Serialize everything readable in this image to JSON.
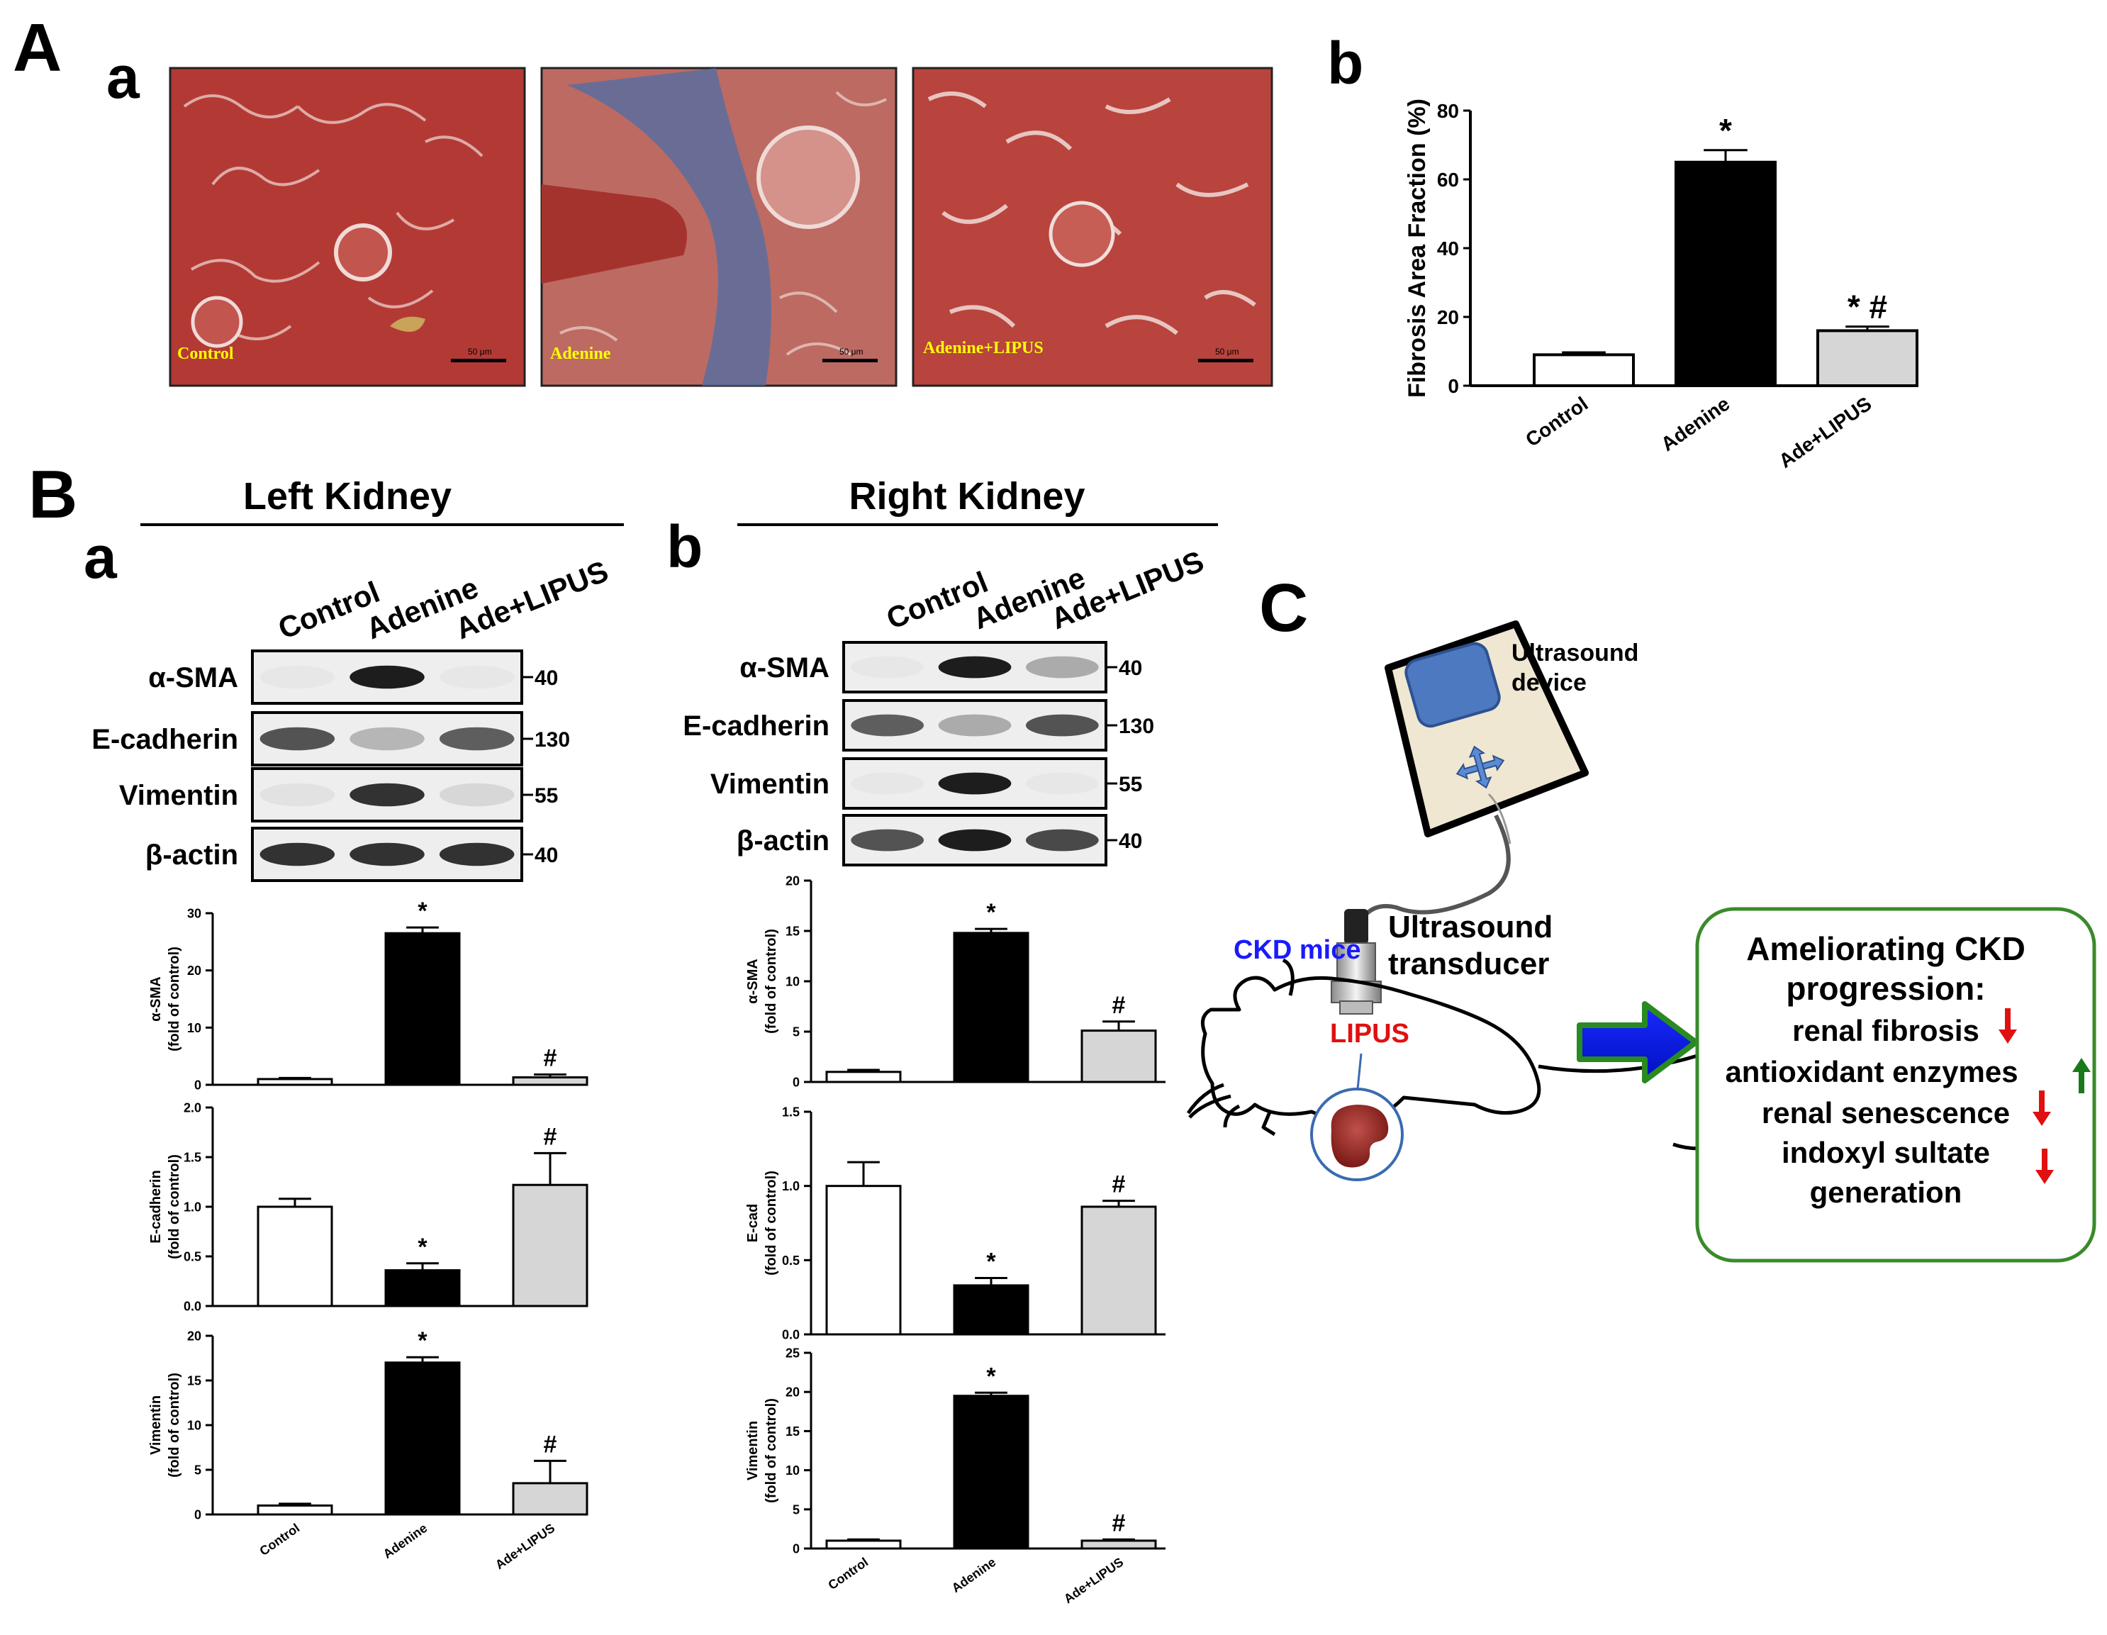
{
  "panel_letters": {
    "A": "A",
    "Aa": "a",
    "Ab": "b",
    "B": "B",
    "Ba": "a",
    "Bb": "b",
    "C": "C"
  },
  "micrographs": [
    {
      "label": "Control",
      "scale": "50 μm"
    },
    {
      "label": "Adenine",
      "scale": "50 μm"
    },
    {
      "label": "Adenine+LIPUS",
      "scale": "50 μm"
    }
  ],
  "blots": {
    "left": {
      "title": "Left Kidney",
      "lanes": [
        "Control",
        "Adenine",
        "Ade+LIPUS"
      ],
      "rows": [
        {
          "name": "α-SMA",
          "mw": "40",
          "bands": [
            0.02,
            0.95,
            0.03
          ]
        },
        {
          "name": "E-cadherin",
          "mw": "130",
          "bands": [
            0.7,
            0.25,
            0.65
          ]
        },
        {
          "name": "Vimentin",
          "mw": "55",
          "bands": [
            0.05,
            0.85,
            0.1
          ]
        },
        {
          "name": "β-actin",
          "mw": "40",
          "bands": [
            0.85,
            0.85,
            0.85
          ]
        }
      ]
    },
    "right": {
      "title": "Right Kidney",
      "lanes": [
        "Control",
        "Adenine",
        "Ade+LIPUS"
      ],
      "rows": [
        {
          "name": "α-SMA",
          "mw": "40",
          "bands": [
            0.02,
            0.95,
            0.3
          ]
        },
        {
          "name": "E-cadherin",
          "mw": "130",
          "bands": [
            0.65,
            0.3,
            0.7
          ]
        },
        {
          "name": "Vimentin",
          "mw": "55",
          "bands": [
            0.02,
            0.95,
            0.02
          ]
        },
        {
          "name": "β-actin",
          "mw": "40",
          "bands": [
            0.7,
            0.95,
            0.75
          ]
        }
      ]
    }
  },
  "chart_data": [
    {
      "id": "Ab",
      "type": "bar",
      "categories": [
        "Control",
        "Adenine",
        "Ade+LIPUS"
      ],
      "values": [
        9,
        65,
        16
      ],
      "errors": [
        0.7,
        3.5,
        1.2
      ],
      "ylabel": "Fibrosis Area Fraction (%)",
      "ylim": [
        0,
        80
      ],
      "yticks": [
        "0",
        "20",
        "40",
        "60",
        "80"
      ],
      "marks": [
        "",
        "*",
        "* #"
      ]
    },
    {
      "id": "Ba1",
      "type": "bar",
      "categories": [
        "Control",
        "Adenine",
        "Ade+LIPUS"
      ],
      "values": [
        1,
        26.5,
        1.3
      ],
      "errors": [
        0.2,
        1.0,
        0.5
      ],
      "ylabel": "α-SMA",
      "ylabel2": "(fold of control)",
      "ylim": [
        0,
        30
      ],
      "yticks": [
        "0",
        "10",
        "20",
        "30"
      ],
      "marks": [
        "",
        "*",
        "#"
      ]
    },
    {
      "id": "Ba2",
      "type": "bar",
      "categories": [
        "Control",
        "Adenine",
        "Ade+LIPUS"
      ],
      "values": [
        1.0,
        0.36,
        1.22
      ],
      "errors": [
        0.08,
        0.07,
        0.32
      ],
      "ylabel": "E-cadherin",
      "ylabel2": "(fold of control)",
      "ylim": [
        0,
        2
      ],
      "yticks": [
        "0.0",
        "0.5",
        "1.0",
        "1.5",
        "2.0"
      ],
      "marks": [
        "",
        "*",
        "#"
      ]
    },
    {
      "id": "Ba3",
      "type": "bar",
      "categories": [
        "Control",
        "Adenine",
        "Ade+LIPUS"
      ],
      "values": [
        1,
        17,
        3.5
      ],
      "errors": [
        0.2,
        0.6,
        2.5
      ],
      "ylabel": "Vimentin",
      "ylabel2": "(fold of control)",
      "ylim": [
        0,
        20
      ],
      "yticks": [
        "0",
        "5",
        "10",
        "15",
        "20"
      ],
      "marks": [
        "",
        "*",
        "#"
      ]
    },
    {
      "id": "Bb1",
      "type": "bar",
      "categories": [
        "Control",
        "Adenine",
        "Ade+LIPUS"
      ],
      "values": [
        1,
        14.8,
        5.1
      ],
      "errors": [
        0.2,
        0.4,
        0.9
      ],
      "ylabel": "α-SMA",
      "ylabel2": "(fold of control)",
      "ylim": [
        0,
        20
      ],
      "yticks": [
        "0",
        "5",
        "10",
        "15",
        "20"
      ],
      "marks": [
        "",
        "*",
        "#"
      ]
    },
    {
      "id": "Bb2",
      "type": "bar",
      "categories": [
        "Control",
        "Adenine",
        "Ade+LIPUS"
      ],
      "values": [
        1.0,
        0.33,
        0.86
      ],
      "errors": [
        0.16,
        0.05,
        0.04
      ],
      "ylabel": "E-cad",
      "ylabel2": "(fold of control)",
      "ylim": [
        0,
        1.5
      ],
      "yticks": [
        "0.0",
        "0.5",
        "1.0",
        "1.5"
      ],
      "marks": [
        "",
        "*",
        "#"
      ]
    },
    {
      "id": "Bb3",
      "type": "bar",
      "categories": [
        "Control",
        "Adenine",
        "Ade+LIPUS"
      ],
      "values": [
        1,
        19.5,
        1
      ],
      "errors": [
        0.15,
        0.4,
        0.15
      ],
      "ylabel": "Vimentin",
      "ylabel2": "(fold of control)",
      "ylim": [
        0,
        25
      ],
      "yticks": [
        "0",
        "5",
        "10",
        "15",
        "20",
        "25"
      ],
      "marks": [
        "",
        "*",
        "#"
      ]
    }
  ],
  "schematic": {
    "device": [
      "Ultrasound",
      "device"
    ],
    "transducer": [
      "Ultrasound",
      "transducer"
    ],
    "mice": "CKD mice",
    "lipus": "LIPUS",
    "outcomes": [
      "Ameliorating CKD",
      "progression:",
      "renal fibrosis",
      "antioxidant enzymes",
      "renal senescence",
      "indoxyl sultate",
      "generation"
    ],
    "colors": {
      "mice": "#1a1aff",
      "lipus": "#e01010",
      "down": "#e01010",
      "up": "#1a7a1a",
      "box": "#3a8a2a"
    }
  }
}
